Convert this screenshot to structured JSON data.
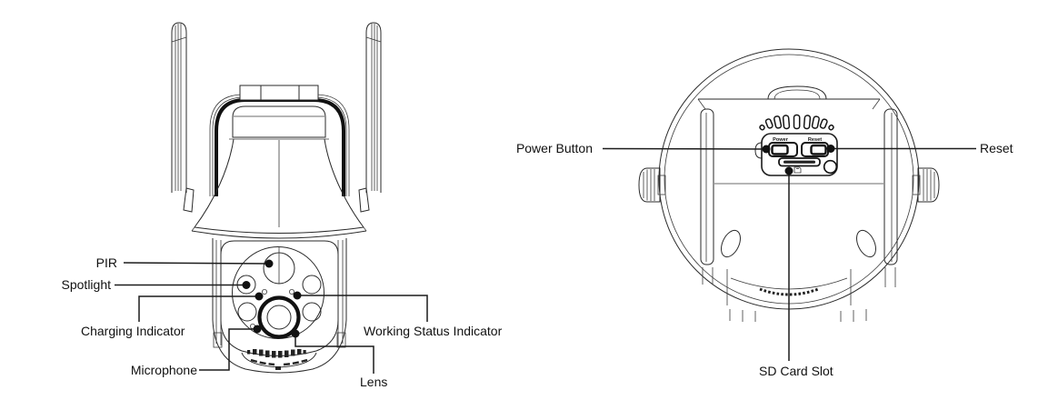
{
  "colors": {
    "background": "#ffffff",
    "line": "#1c1c1c",
    "text": "#111111"
  },
  "front_view": {
    "labels": {
      "pir": "PIR",
      "spotlight": "Spotlight",
      "charging_indicator": "Charging Indicator",
      "working_status_indicator": "Working Status Indicator",
      "microphone": "Microphone",
      "lens": "Lens"
    }
  },
  "back_view": {
    "labels": {
      "power_button": "Power Button",
      "reset": "Reset",
      "sd_card_slot": "SD Card Slot"
    },
    "panel": {
      "power_text": "Power",
      "reset_text": "Reset"
    }
  }
}
